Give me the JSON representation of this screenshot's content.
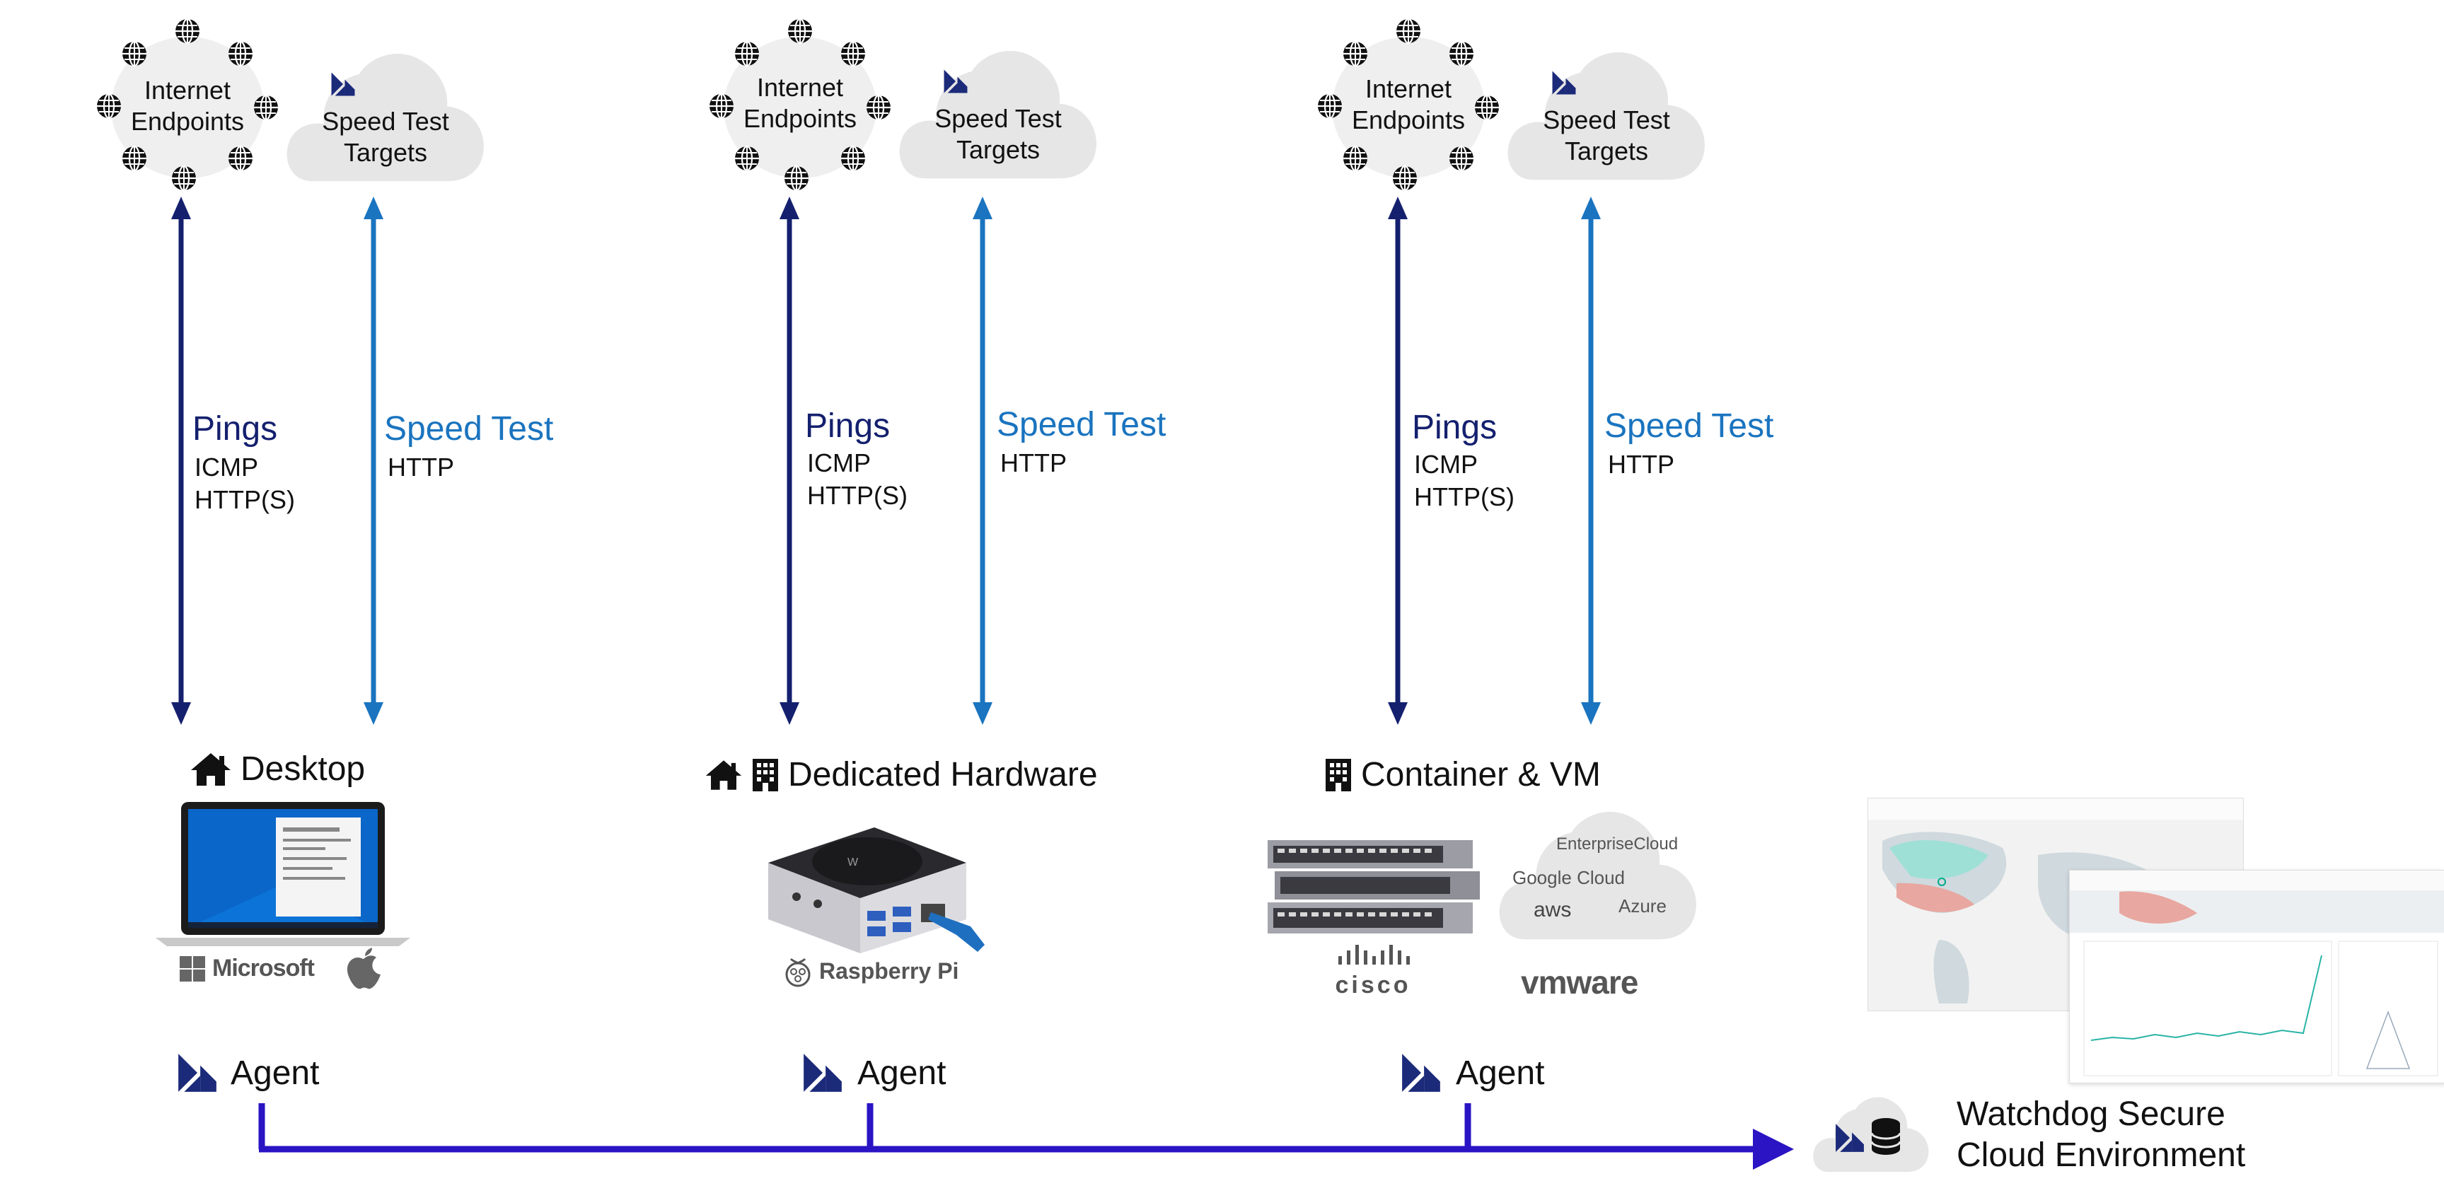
{
  "colors": {
    "ping_arrow": "#14206e",
    "speed_arrow": "#1a74bf",
    "agent_bus": "#2a14c4",
    "cloud_fill": "#e6e6e6",
    "logo_navy": "#1c2a7a"
  },
  "columns": [
    {
      "endpoints_label": "Internet\nEndpoints",
      "speedtest_cloud_label": "Speed Test\nTargets",
      "pings_title": "Pings",
      "pings_protocols": [
        "ICMP",
        "HTTP(S)"
      ],
      "speed_title": "Speed Test",
      "speed_protocols": [
        "HTTP"
      ],
      "platform_title": "Desktop",
      "platform_icons": [
        "home-icon"
      ],
      "logos": [
        "Microsoft",
        "apple-logo"
      ],
      "agent_label": "Agent"
    },
    {
      "endpoints_label": "Internet\nEndpoints",
      "speedtest_cloud_label": "Speed Test\nTargets",
      "pings_title": "Pings",
      "pings_protocols": [
        "ICMP",
        "HTTP(S)"
      ],
      "speed_title": "Speed Test",
      "speed_protocols": [
        "HTTP"
      ],
      "platform_title": "Dedicated Hardware",
      "platform_icons": [
        "home-icon",
        "building-icon"
      ],
      "logos": [
        "Raspberry Pi"
      ],
      "agent_label": "Agent"
    },
    {
      "endpoints_label": "Internet\nEndpoints",
      "speedtest_cloud_label": "Speed Test\nTargets",
      "pings_title": "Pings",
      "pings_protocols": [
        "ICMP",
        "HTTP(S)"
      ],
      "speed_title": "Speed Test",
      "speed_protocols": [
        "HTTP"
      ],
      "platform_title": "Container & VM",
      "platform_icons": [
        "building-icon"
      ],
      "logos": [
        "cisco",
        "vmware"
      ],
      "cloud_providers": [
        "EnterpriseCloud",
        "Google Cloud",
        "aws",
        "Azure"
      ],
      "agent_label": "Agent"
    }
  ],
  "destination": {
    "label_line1": "Watchdog Secure",
    "label_line2": "Cloud Environment"
  }
}
